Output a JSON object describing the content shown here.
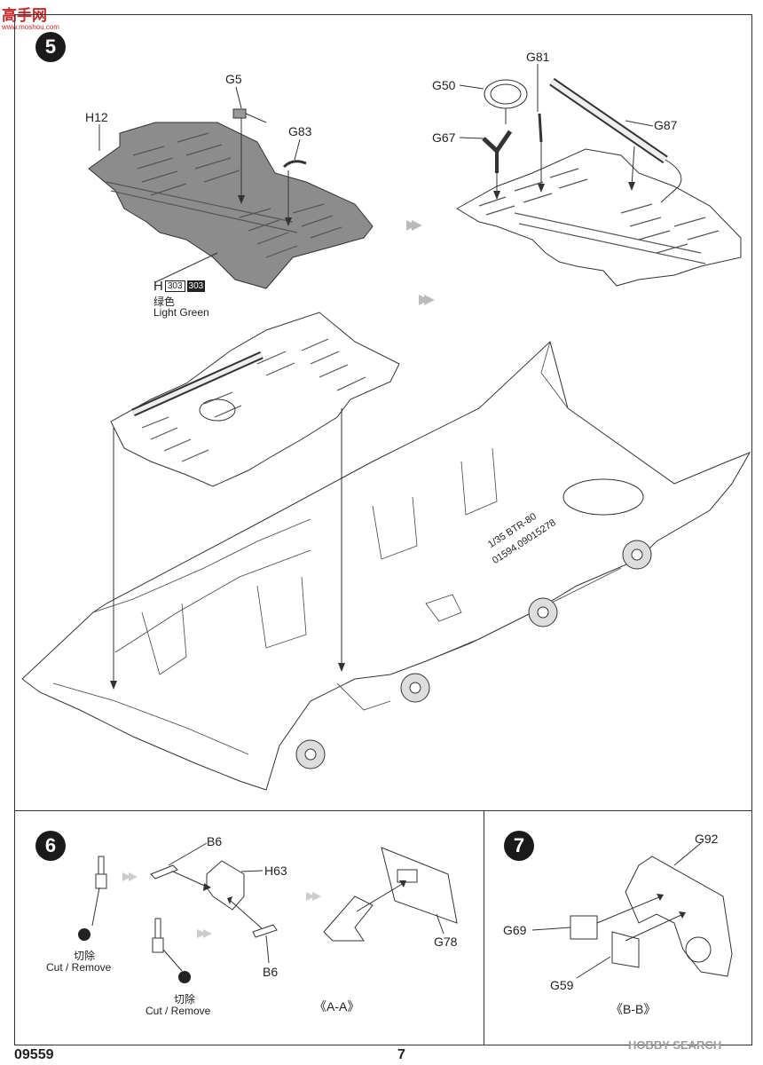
{
  "watermark_top": {
    "cn": "高手网",
    "url": "www.moshou.com"
  },
  "step5": {
    "number": "5",
    "parts": {
      "h12": "H12",
      "g5": "G5",
      "g83": "G83",
      "g50": "G50",
      "g81": "G81",
      "g67": "G67",
      "g87": "G87"
    },
    "paint": {
      "code_letter": "H",
      "code1": "303",
      "code2": "303",
      "cn": "绿色",
      "en": "Light Green"
    },
    "hull_text1": "1/35  BTR-80",
    "hull_text2": "01594,09015278"
  },
  "step6": {
    "number": "6",
    "parts": {
      "b6_top": "B6",
      "h63": "H63",
      "b6_bottom": "B6",
      "g78": "G78"
    },
    "cut1": {
      "cn": "切除",
      "en": "Cut / Remove"
    },
    "cut2": {
      "cn": "切除",
      "en": "Cut / Remove"
    },
    "view": "《A-A》"
  },
  "step7": {
    "number": "7",
    "parts": {
      "g92": "G92",
      "g69": "G69",
      "g59": "G59"
    },
    "view": "《B-B》"
  },
  "footer": {
    "kit_number": "09559",
    "page_number": "7",
    "watermark": "HOBBY SEARCH"
  },
  "colors": {
    "paint_gray": "#8c8c8c",
    "line": "#333333",
    "badge": "#1a1a1a"
  }
}
